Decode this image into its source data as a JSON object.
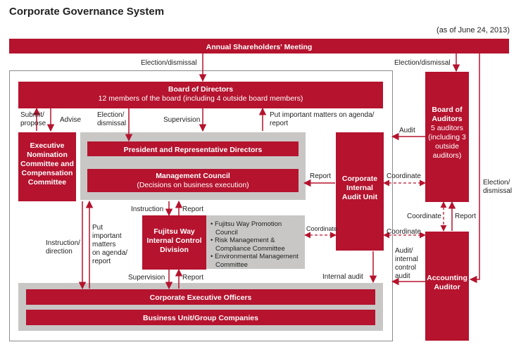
{
  "title": "Corporate Governance System",
  "as_of": "(as of June 24, 2013)",
  "colors": {
    "primary": "#b5132e",
    "panel": "#c8c7c6",
    "text": "#222222"
  },
  "boxes": {
    "shareholders": "Annual Shareholders' Meeting",
    "board_title": "Board of Directors",
    "board_sub": "12 members of the board (including 4 outside board members)",
    "exec_nom": [
      "Executive",
      "Nomination",
      "Committee and",
      "Compensation",
      "Committee"
    ],
    "president": "President and Representative Directors",
    "mgmt_title": "Management Council",
    "mgmt_sub": "(Decisions on business execution)",
    "fujitsu_way": [
      "Fujitsu Way",
      "Internal Control",
      "Division"
    ],
    "councils": [
      "• Fujitsu Way Promotion Council",
      "• Risk Management & Compliance Committee",
      "• Environmental Management Committee"
    ],
    "audit_unit": [
      "Corporate",
      "Internal",
      "Audit Unit"
    ],
    "auditors_title": [
      "Board of",
      "Auditors"
    ],
    "auditors_sub": [
      "5 auditors",
      "(including 3",
      "outside",
      "auditors)"
    ],
    "accounting": [
      "Accounting",
      "Auditor"
    ],
    "ceo": "Corporate Executive Officers",
    "business": "Business Unit/Group Companies"
  },
  "labels": {
    "election1": "Election/dismissal",
    "election2": "Election/dismissal",
    "election3": [
      "Election/",
      "dismissal"
    ],
    "submit": [
      "Submit/",
      "propose"
    ],
    "advise": "Advise",
    "election_dis": [
      "Election/",
      "dismissal"
    ],
    "supervision1": "Supervision",
    "put_agenda1": [
      "Put important matters on agenda/",
      "report"
    ],
    "audit": "Audit",
    "report1": "Report",
    "coordinate1": "Coordinate",
    "coordinate2": "Coordinate",
    "coordinate3": "Coordinate",
    "coordinate4": "Coordinate",
    "report2": "Report",
    "instruction": "Instruction",
    "report3": "Report",
    "put_agenda2": [
      "Put",
      "important",
      "matters",
      "on agenda/",
      "report"
    ],
    "instr_dir": [
      "Instruction/",
      "direction"
    ],
    "supervision2": "Supervision",
    "report4": "Report",
    "internal_audit": "Internal audit",
    "audit_internal": [
      "Audit/",
      "internal",
      "control",
      "audit"
    ]
  }
}
